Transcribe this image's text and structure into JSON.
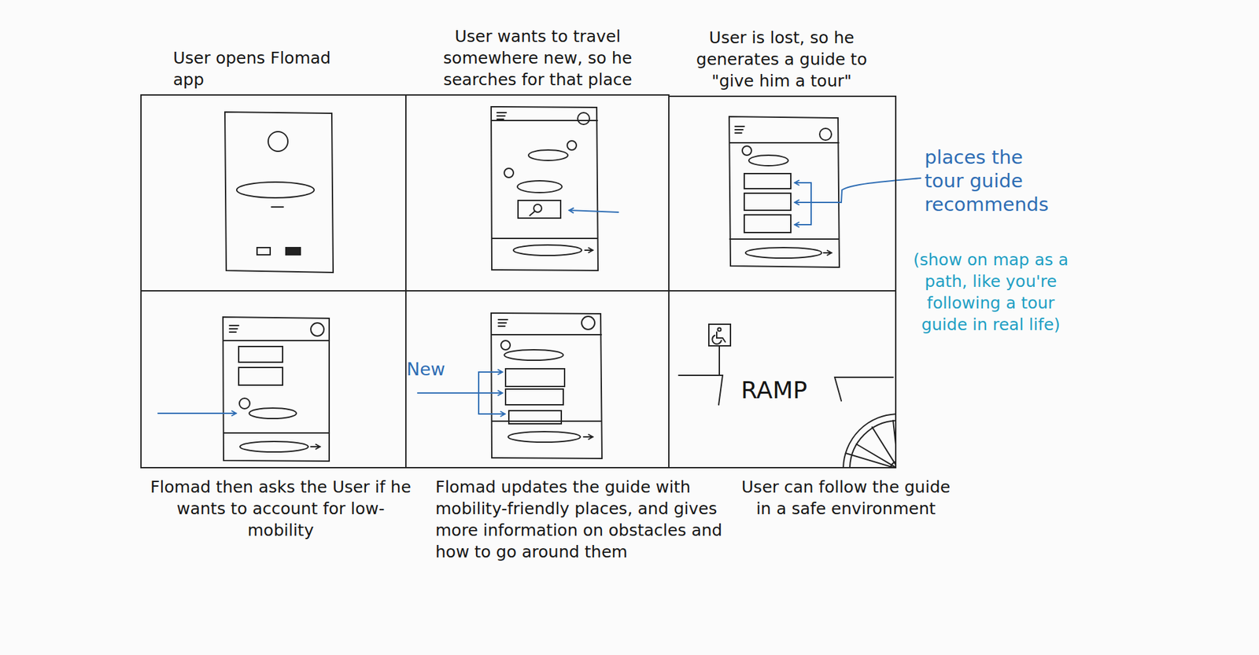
{
  "diagram": {
    "nodes": [
      {
        "text": [
          "User opens Flomad app"
        ]
      },
      {
        "text": [
          "User wants to travel somewhere new, so he searches for that place"
        ]
      },
      {
        "text": [
          "User is lost, so he generates a guide to \"give him a tour\""
        ]
      },
      {
        "text": [
          "Flomad then asks the User if he wants to account for low-mobility"
        ]
      },
      {
        "text": [
          "Flomad updates the guide with mobility-friendly places, and gives more information on obstacles and how to go around them"
        ]
      },
      {
        "text": [
          "User can follow the guide in a safe environment",
          "RAMP"
        ]
      }
    ],
    "labels": [
      "places the tour guide recommends",
      "(show on map as a path, like you're following a tour guide in real life)",
      "New"
    ]
  }
}
